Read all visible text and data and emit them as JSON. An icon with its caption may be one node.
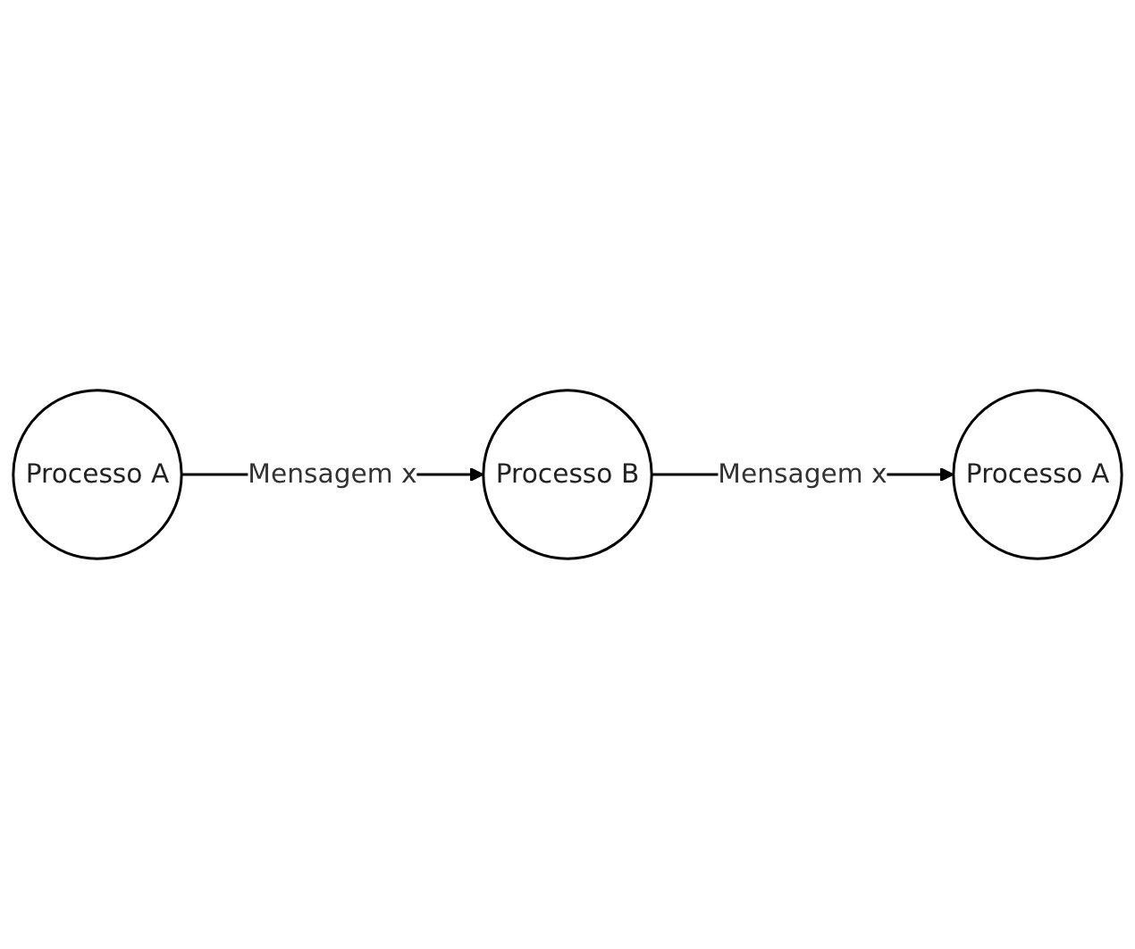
{
  "diagram": {
    "nodes": [
      {
        "text": [
          "Processo A"
        ]
      },
      {
        "text": [
          "Processo B"
        ]
      },
      {
        "text": [
          "Processo A"
        ]
      }
    ],
    "edges": [
      {
        "from": 0,
        "to": 1,
        "arrow": "to",
        "label": "Mensagem x"
      },
      {
        "from": 1,
        "to": 2,
        "arrow": "to",
        "label": "Mensagem x"
      }
    ]
  }
}
